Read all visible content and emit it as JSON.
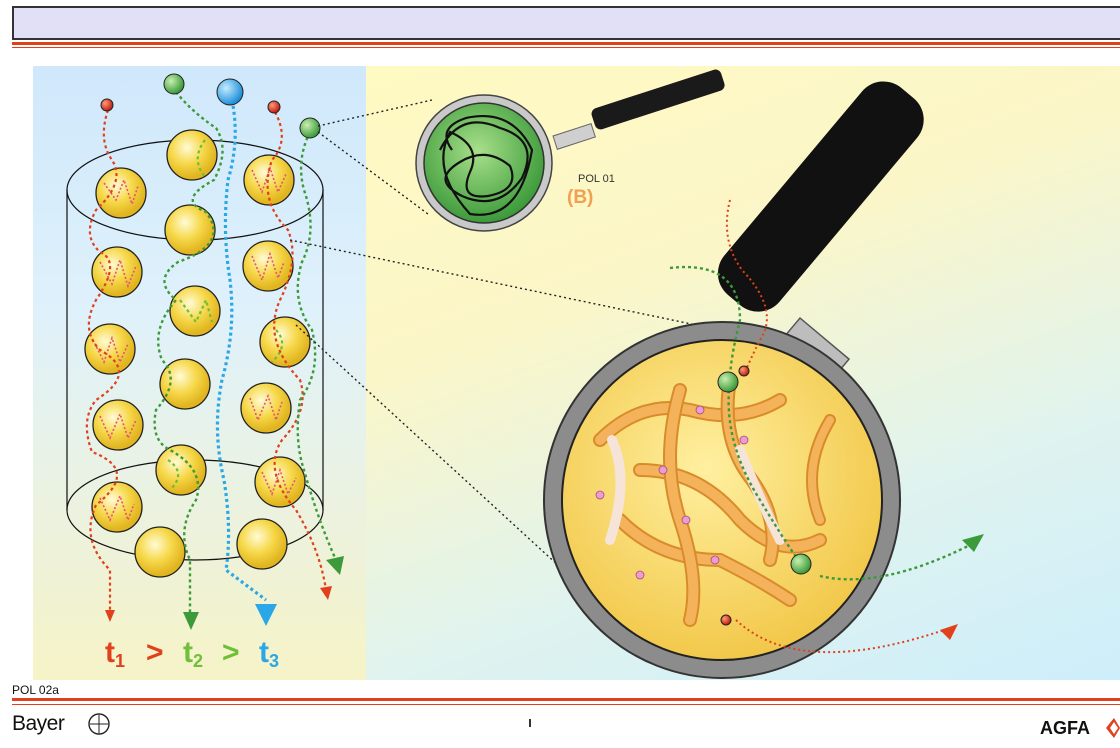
{
  "slide_code": "POL 02a",
  "inset_code": "POL 01",
  "inset_label": "(B)",
  "time_labels": [
    {
      "letter": "t",
      "index": "1",
      "color": "#e0401c"
    },
    {
      "letter": "t",
      "index": "2",
      "color": "#6fbf3a"
    },
    {
      "letter": "t",
      "index": "3",
      "color": "#2aa7e6"
    }
  ],
  "comparators": [
    ">",
    ">"
  ],
  "logos": {
    "left": "Bayer",
    "right": "AGFA"
  },
  "colors": {
    "red": "#e0401c",
    "green": "#3d9a3a",
    "blue": "#2aa7e6",
    "bead": "#f6d84a",
    "accent": "#f0a050"
  }
}
